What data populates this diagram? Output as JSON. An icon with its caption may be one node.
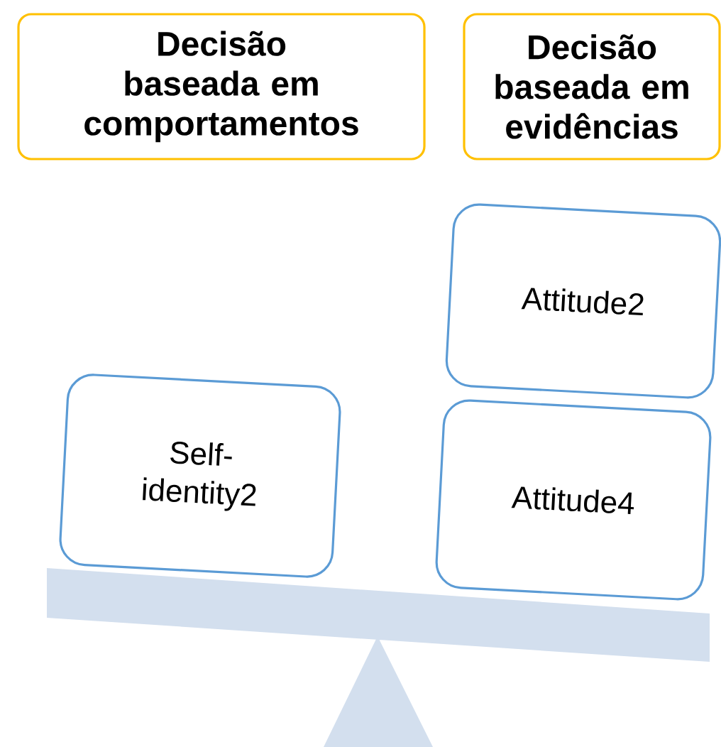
{
  "diagram": {
    "nodes": [
      {
        "text": [
          "Decisão baseada em comportamentos"
        ]
      },
      {
        "text": [
          "Decisão baseada em evidências"
        ]
      },
      {
        "text": [
          "Attitude2"
        ]
      },
      {
        "text": [
          "Self-identity2"
        ]
      },
      {
        "text": [
          "Attitude4"
        ]
      }
    ]
  }
}
